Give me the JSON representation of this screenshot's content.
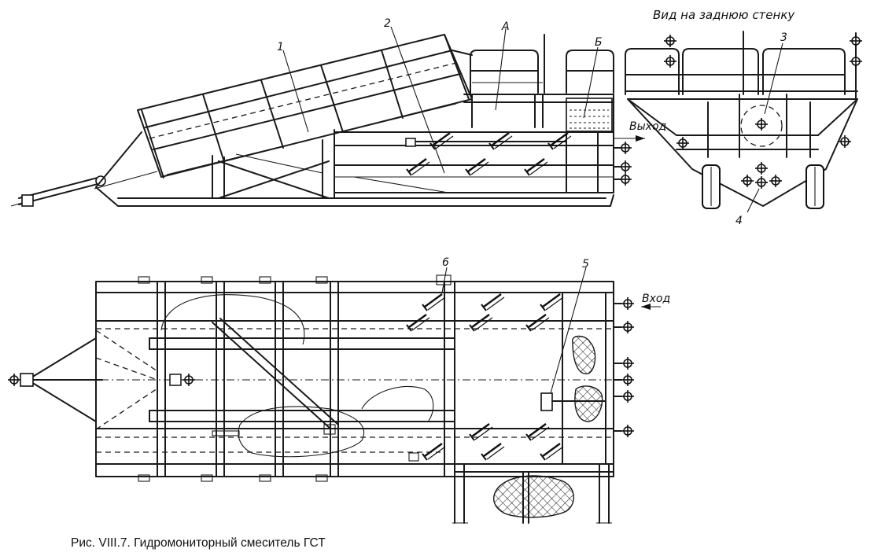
{
  "view_title": "Вид на заднюю стенку",
  "labels": {
    "n1": "1",
    "n2": "2",
    "nA": "А",
    "nB": "Б",
    "n3": "3",
    "n4": "4",
    "n5": "5",
    "n6": "6"
  },
  "outlet_label": "Выход",
  "inlet_label": "Вход",
  "caption": "Рис. VIII.7. Гидромониторный смеситель ГСТ"
}
